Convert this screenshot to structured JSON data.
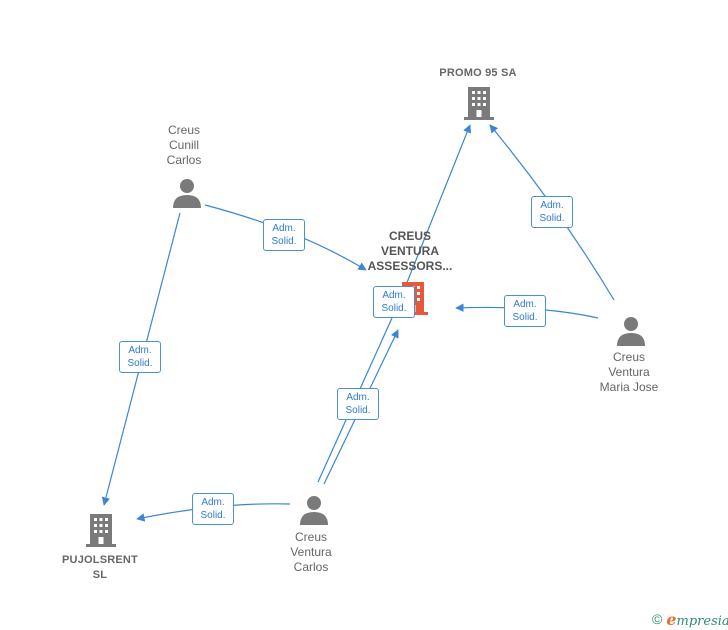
{
  "nodes": {
    "promo": {
      "label": "PROMO 95 SA"
    },
    "main": {
      "label": "CREUS\nVENTURA\nASSESSORS..."
    },
    "cunill": {
      "label": "Creus\nCunill\nCarlos"
    },
    "mariajose": {
      "label": "Creus\nVentura\nMaria Jose"
    },
    "carlos": {
      "label": "Creus\nVentura\nCarlos"
    },
    "pujolsrent": {
      "label": "PUJOLSRENT\nSL"
    }
  },
  "edge_label": "Adm.\nSolid.",
  "colors": {
    "edge": "#3a85d6",
    "node": "#7a7a7a",
    "main": "#e8573a"
  },
  "footer": {
    "copyright": "©",
    "brand_first": "e",
    "brand_rest": "mpresia"
  }
}
